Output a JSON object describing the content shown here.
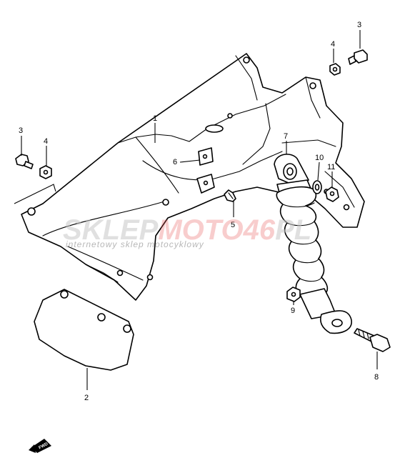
{
  "callouts": {
    "c1": "1",
    "c2": "2",
    "c3a": "3",
    "c3b": "3",
    "c4a": "4",
    "c4b": "4",
    "c5": "5",
    "c6": "6",
    "c7": "7",
    "c8": "8",
    "c9": "9",
    "c10": "10",
    "c11": "11"
  },
  "watermark": {
    "brand_a": "SKLEP",
    "brand_b": "MOTO",
    "brand_c": "46",
    "brand_d": "PL",
    "tagline": "internetowy sklep motocyklowy"
  },
  "fwd_label": "FWD"
}
